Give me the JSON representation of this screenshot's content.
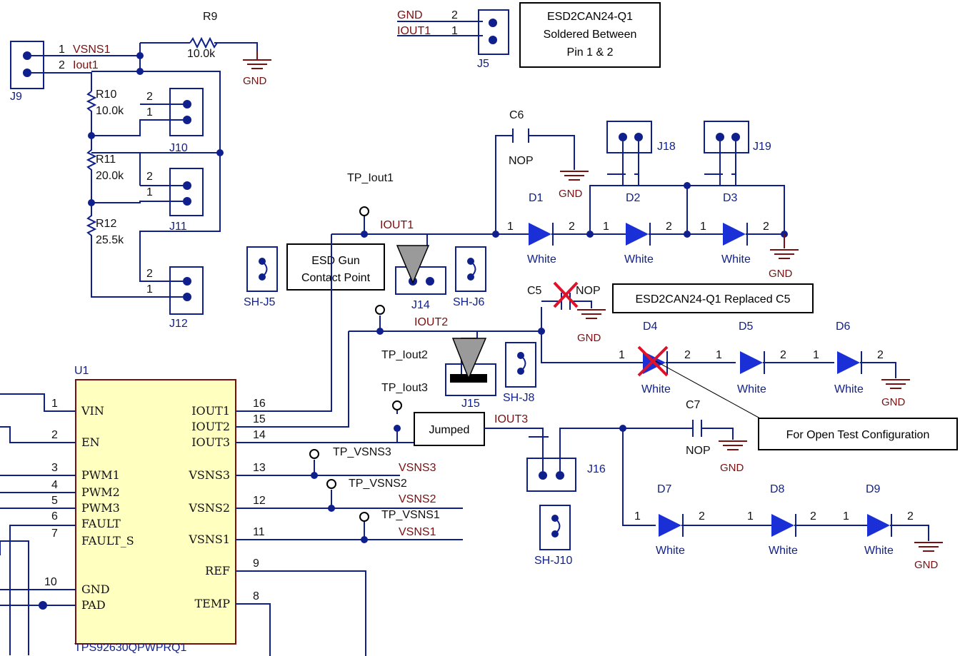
{
  "callouts": {
    "soldered": [
      "ESD2CAN24-Q1",
      "Soldered Between",
      "Pin 1 & 2"
    ],
    "esd_gun": [
      "ESD Gun",
      "Contact Point"
    ],
    "replaced": "ESD2CAN24-Q1 Replaced C5",
    "jumped": "Jumped",
    "open_test": "For Open Test Configuration"
  },
  "ic": {
    "ref": "U1",
    "part": "TPS92630QPWPRQ1",
    "left_pins": [
      [
        "VIN",
        "1"
      ],
      [
        "EN",
        "2"
      ],
      [
        "PWM1",
        "3"
      ],
      [
        "PWM2",
        "4"
      ],
      [
        "PWM3",
        "5"
      ],
      [
        "FAULT",
        "6"
      ],
      [
        "FAULT_S",
        "7"
      ],
      [
        "GND",
        "10"
      ],
      [
        "PAD",
        ""
      ]
    ],
    "right_pins": [
      [
        "IOUT1",
        "16"
      ],
      [
        "IOUT2",
        "15"
      ],
      [
        "IOUT3",
        "14"
      ],
      [
        "VSNS3",
        "13"
      ],
      [
        "VSNS2",
        "12"
      ],
      [
        "VSNS1",
        "11"
      ],
      [
        "REF",
        "9"
      ],
      [
        "TEMP",
        "8"
      ]
    ]
  },
  "connectors": {
    "J9": "J9",
    "J10": "J10",
    "J11": "J11",
    "J12": "J12",
    "J5": "J5",
    "J14": "J14",
    "J15": "J15",
    "J16": "J16",
    "J18": "J18",
    "J19": "J19",
    "SHJ5": "SH-J5",
    "SHJ6": "SH-J6",
    "SHJ8": "SH-J8",
    "SHJ10": "SH-J10"
  },
  "resistors": {
    "R9": "R9",
    "R9v": "10.0k",
    "R10": "R10",
    "R10v": "10.0k",
    "R11": "R11",
    "R11v": "20.0k",
    "R12": "R12",
    "R12v": "25.5k"
  },
  "caps": {
    "C5": "C5",
    "C6": "C6",
    "C7": "C7",
    "nop": "NOP"
  },
  "nets": {
    "vsns1_j9": "VSNS1",
    "iout1_j9": "Iout1",
    "gnd": "GND",
    "iout1": "IOUT1",
    "iout2": "IOUT2",
    "iout3": "IOUT3",
    "tp_iout1": "TP_Iout1",
    "tp_iout2": "TP_Iout2",
    "tp_iout3": "TP_Iout3",
    "tp_vsns3": "TP_VSNS3",
    "tp_vsns2": "TP_VSNS2",
    "tp_vsns1": "TP_VSNS1",
    "vsns3": "VSNS3",
    "vsns2": "VSNS2",
    "vsns1": "VSNS1"
  },
  "leds": [
    "D1",
    "D2",
    "D3",
    "D4",
    "D5",
    "D6",
    "D7",
    "D8",
    "D9"
  ],
  "led_color": "White",
  "pin_nums": {
    "one": "1",
    "two": "2"
  },
  "colors": {
    "wire": "#0f1f8c",
    "net_label": "#7a0f0f",
    "ic_fill": "#ffffc0",
    "marker": "#e0112a",
    "pointer": "#9a9a9a"
  }
}
